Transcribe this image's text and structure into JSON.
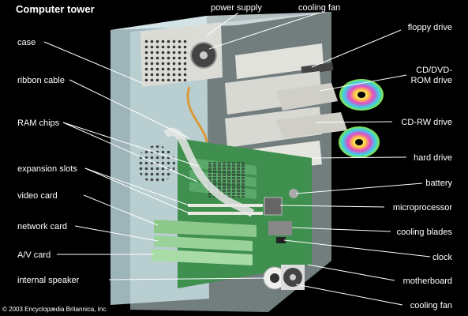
{
  "title": "Computer tower",
  "labels": {
    "power_supply": "power supply",
    "cooling_fan_top": "cooling fan",
    "floppy_drive": "floppy drive",
    "cd_dvd_rom_line1": "CD/DVD-",
    "cd_dvd_rom_line2": "ROM drive",
    "cd_rw_drive": "CD-RW drive",
    "hard_drive": "hard drive",
    "battery": "battery",
    "microprocessor": "microprocessor",
    "cooling_blades": "cooling blades",
    "clock": "clock",
    "motherboard": "motherboard",
    "cooling_fan_bottom": "cooling fan",
    "case": "case",
    "ribbon_cable": "ribbon cable",
    "ram_chips": "RAM chips",
    "expansion_slots": "expansion slots",
    "video_card": "video card",
    "network_card": "network card",
    "av_card": "A/V card",
    "internal_speaker": "internal speaker"
  },
  "copyright": "© 2003 Encyclopædia Britannica, Inc.",
  "colors": {
    "background": "#000000",
    "case": "#b9d4d8",
    "board": "#3f8f4e",
    "drive": "#d9d9d4",
    "label": "#ffffff"
  }
}
